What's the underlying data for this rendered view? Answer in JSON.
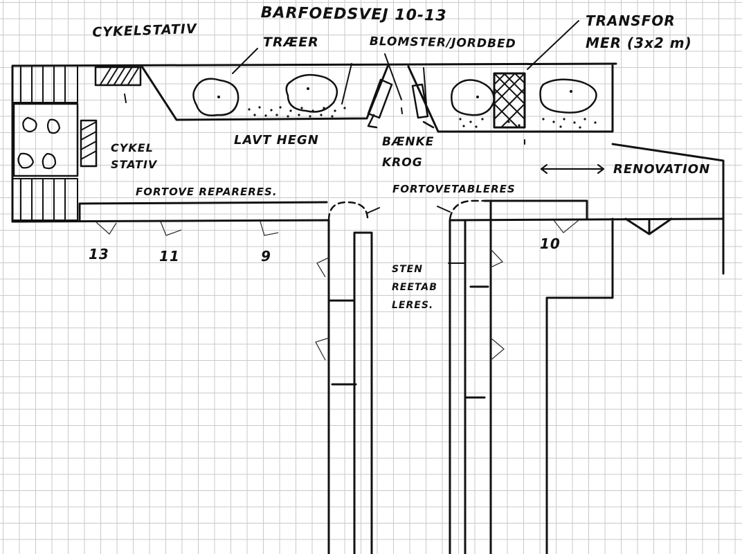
{
  "labels": {
    "title": "BARFOEDSVEJ 10-13",
    "cykelstativ_top": "CYKELSTATIV",
    "traeer": "TRÆER",
    "blomster": "BLOMSTER/JORDBED",
    "transformer": "TRANSFOR\nMER (3x2 m)",
    "cykelstativ_side": "CYKEL\nSTATIV",
    "lavt_hegn": "LAVT HEGN",
    "baenke": "BÆNKE\nKROG",
    "renovation": "RENOVATION",
    "fortove_repareres": "FORTOVE REPARERES.",
    "fortove_etableres": "FORTOVETABLERES",
    "sten": "STEN\nREETAB\nLERES.",
    "house_13": "13",
    "house_11": "11",
    "house_9": "9",
    "house_10": "10"
  }
}
